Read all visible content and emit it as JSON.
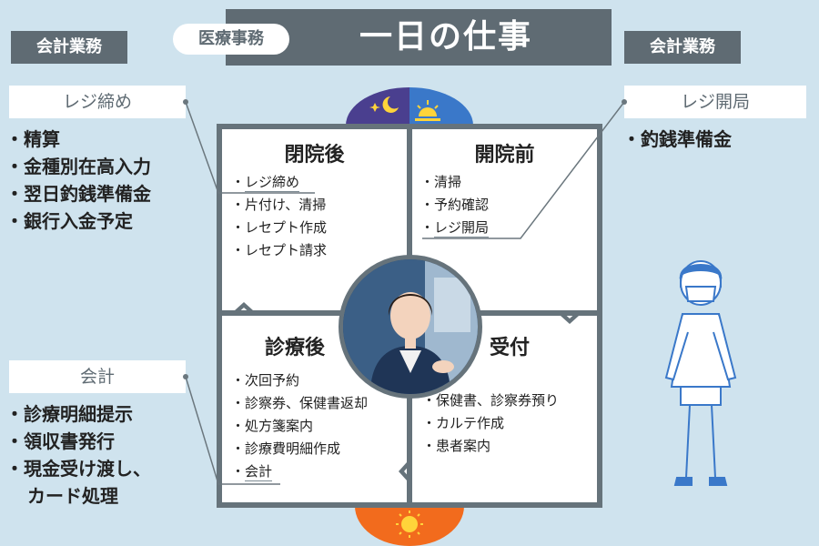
{
  "header": {
    "badge": "医療事務",
    "title": "一日の仕事"
  },
  "left": {
    "tag": "会計業務",
    "register_close": {
      "label": "レジ締め",
      "items": [
        "精算",
        "金種別在高入力",
        "翌日釣銭準備金",
        "銀行入金予定"
      ]
    },
    "accounting": {
      "label": "会計",
      "items": [
        "診療明細提示",
        "領収書発行",
        "現金受け渡し、",
        "カード処理"
      ]
    }
  },
  "right": {
    "tag": "会計業務",
    "register_open": {
      "label": "レジ開局",
      "items": [
        "釣銭準備金"
      ]
    }
  },
  "quadrants": {
    "after_close": {
      "title": "閉院後",
      "items": [
        "レジ締め",
        "片付け、清掃",
        "レセプト作成",
        "レセプト請求"
      ]
    },
    "before_open": {
      "title": "開院前",
      "items": [
        "清掃",
        "予約確認",
        "レジ開局"
      ]
    },
    "after_consult": {
      "title": "診療後",
      "items": [
        "次回予約",
        "診察券、保健書返却",
        "処方箋案内",
        "診療費明細作成",
        "会計"
      ]
    },
    "reception": {
      "title": "受付",
      "items": [
        "保健書、診察券預り",
        "カルテ作成",
        "患者案内"
      ]
    }
  },
  "icons": {
    "night": "moon-stars-icon",
    "morning": "sunrise-icon",
    "day": "sun-icon"
  },
  "colors": {
    "background": "#cfe3ee",
    "dark_gray": "#5f6b73",
    "night": "#4a3f8f",
    "morning": "#3a78c9",
    "day": "#f26b1d",
    "sun": "#ffd43a"
  }
}
